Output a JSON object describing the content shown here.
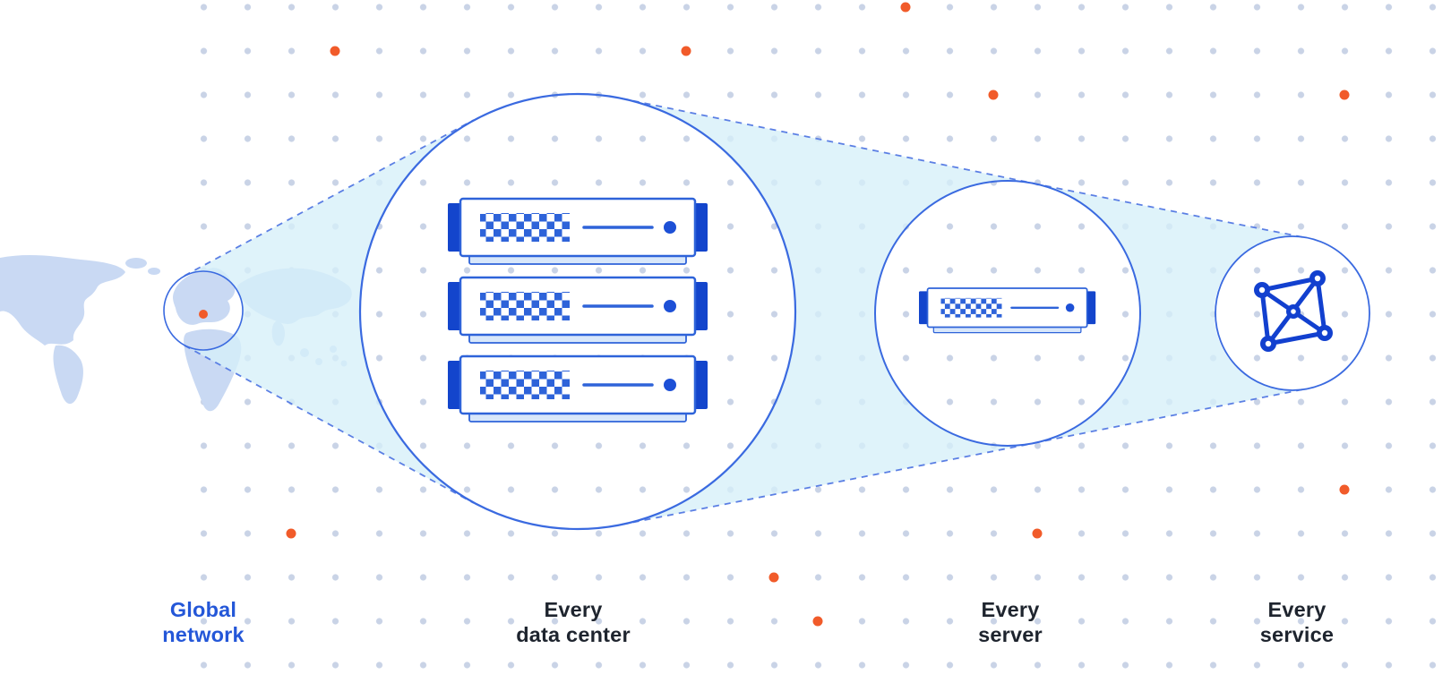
{
  "diagram": {
    "type": "network-zoom-diagram",
    "stages": [
      {
        "id": "global-network",
        "label_line1": "Global",
        "label_line2": "network",
        "icon": "world-map-highlight-circle-icon",
        "label_color": "#2457d8"
      },
      {
        "id": "every-data-center",
        "label_line1": "Every",
        "label_line2": "data center",
        "icon": "server-rack-stack-icon",
        "label_color": "#1e242e"
      },
      {
        "id": "every-server",
        "label_line1": "Every",
        "label_line2": "server",
        "icon": "single-server-icon",
        "label_color": "#1e242e"
      },
      {
        "id": "every-service",
        "label_line1": "Every",
        "label_line2": "service",
        "icon": "network-mesh-icon",
        "label_color": "#1e242e"
      }
    ],
    "colors": {
      "accent_blue": "#2e63d9",
      "dark_blue": "#1345cc",
      "circle_stroke": "#3a6ae0",
      "dashed_line": "#5b7fe4",
      "beam_fill": "#d6eff8",
      "orange_accent": "#f15b2a",
      "map_fill": "#c9d9f3",
      "grid_dot": "#c9d3e6",
      "background": "#ffffff"
    }
  }
}
